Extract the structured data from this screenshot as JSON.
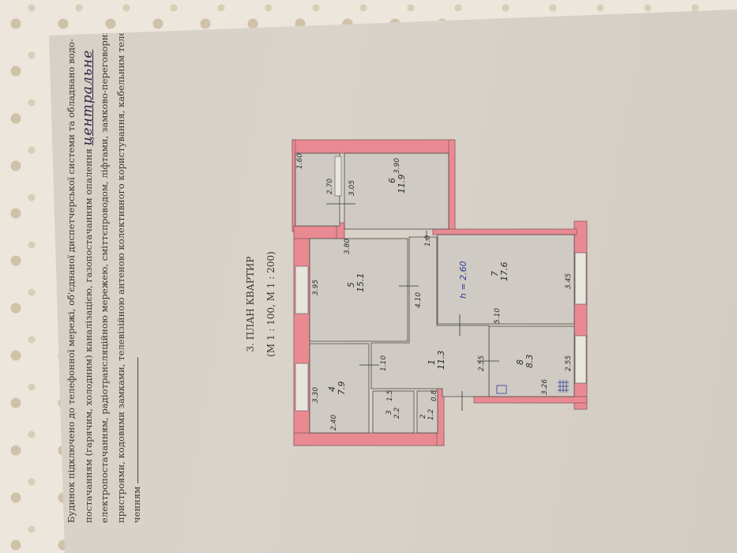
{
  "document": {
    "paragraph_lines": [
      "Будинок підключено до телефонної мережі, об'єднаної диспетчерської системи та обладнано водо-",
      "постачанням (гарячим, холодним) каналізацією, газопостачанням опалення",
      "електропостачанням, радіотрансляційною мережею, сміттєпроводом, ліфтами, замково-переговорними",
      "пристроями, кодовими замками, телевізійною антеною колективного користування, кабельним телеба-",
      "ченням"
    ],
    "handwritten_heating": "центральне",
    "section_title": "3. ПЛАН КВАРТИР",
    "scale": "(М 1 : 100, М 1 : 200)"
  },
  "floor_plan": {
    "ceiling_height": "h = 2.60",
    "rooms": [
      {
        "number": "1",
        "area": "11.3"
      },
      {
        "number": "2",
        "area": "1.2"
      },
      {
        "number": "3",
        "area": "2.2"
      },
      {
        "number": "4",
        "area": "7.9"
      },
      {
        "number": "5",
        "area": "15.1"
      },
      {
        "number": "6",
        "area": "11.9"
      },
      {
        "number": "7",
        "area": "17.6"
      },
      {
        "number": "8",
        "area": "8.3"
      }
    ],
    "dimensions": [
      "1.60",
      "2.70",
      "3.05",
      "3.90",
      "3.80",
      "3.95",
      "4.10",
      "1.10",
      "2.55",
      "5.10",
      "3.45",
      "2.55",
      "3.26",
      "3.30",
      "2.40",
      "1.0",
      "1.5",
      "0.8"
    ],
    "colors": {
      "walls": "#e98a92",
      "height_ink": "#2d3b9a"
    }
  }
}
